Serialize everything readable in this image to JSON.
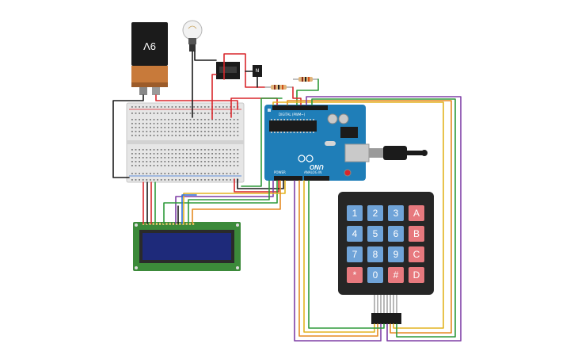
{
  "battery": {
    "label": "9V"
  },
  "transistor": {
    "label": "N"
  },
  "arduino": {
    "model_label": "UNO",
    "digital_label": "DIGITAL (PWM~)",
    "analog_label": "ANALOG IN",
    "power_label": "POWER"
  },
  "keypad": {
    "rows": [
      [
        "1",
        "2",
        "3",
        "A"
      ],
      [
        "4",
        "5",
        "6",
        "B"
      ],
      [
        "7",
        "8",
        "9",
        "C"
      ],
      [
        "*",
        "0",
        "#",
        "D"
      ]
    ],
    "colors": {
      "number": "#6fa3d8",
      "letter": "#e7797e"
    }
  },
  "colors": {
    "red": "#d9262b",
    "black": "#1a1a1a",
    "green": "#2e9a3a",
    "yellow": "#e3b421",
    "orange": "#e58a22",
    "purple": "#7f3fa6",
    "blue": "#2f6fd6",
    "board": "#1f7eb8",
    "breadboard": "#e6e6e6",
    "lcd_body": "#3c8a3a",
    "lcd_screen": "#1e2a7a"
  }
}
